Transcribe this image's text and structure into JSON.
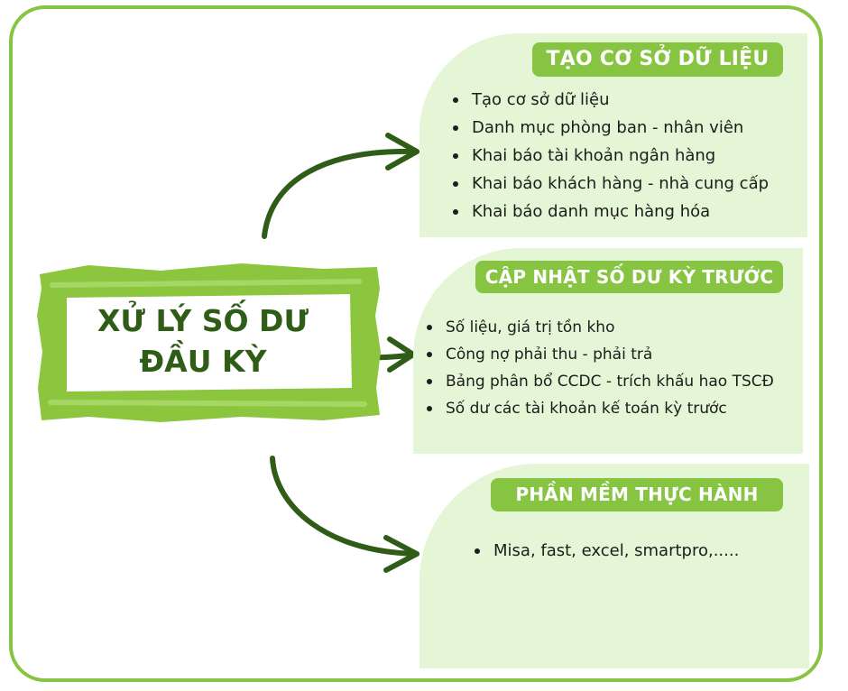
{
  "center": {
    "title_line1": "XỬ LÝ SỐ DƯ",
    "title_line2": "ĐẦU KỲ"
  },
  "sections": [
    {
      "title": "TẠO CƠ SỞ DỮ LIỆU",
      "items": [
        "Tạo cơ sở dữ liệu",
        "Danh mục phòng ban - nhân viên",
        "Khai báo tài khoản ngân hàng",
        "Khai báo khách hàng - nhà cung cấp",
        "Khai báo danh mục hàng hóa"
      ]
    },
    {
      "title": "CẬP NHẬT SỐ DƯ KỲ TRƯỚC",
      "items": [
        "Số liệu, giá trị tồn kho",
        "Công nợ phải thu - phải trả",
        "Bảng phân bổ CCDC - trích khấu hao TSCĐ",
        "Số dư các tài khoản kế toán kỳ trước"
      ]
    },
    {
      "title": "PHẦN MỀM THỰC HÀNH",
      "items": [
        "Misa, fast, excel, smartpro,....."
      ]
    }
  ],
  "colors": {
    "frame": "#86c442",
    "panel": "#e4f6d5",
    "tag": "#86c442",
    "arrow": "#2f5d17",
    "brush": "#8cc63f"
  }
}
